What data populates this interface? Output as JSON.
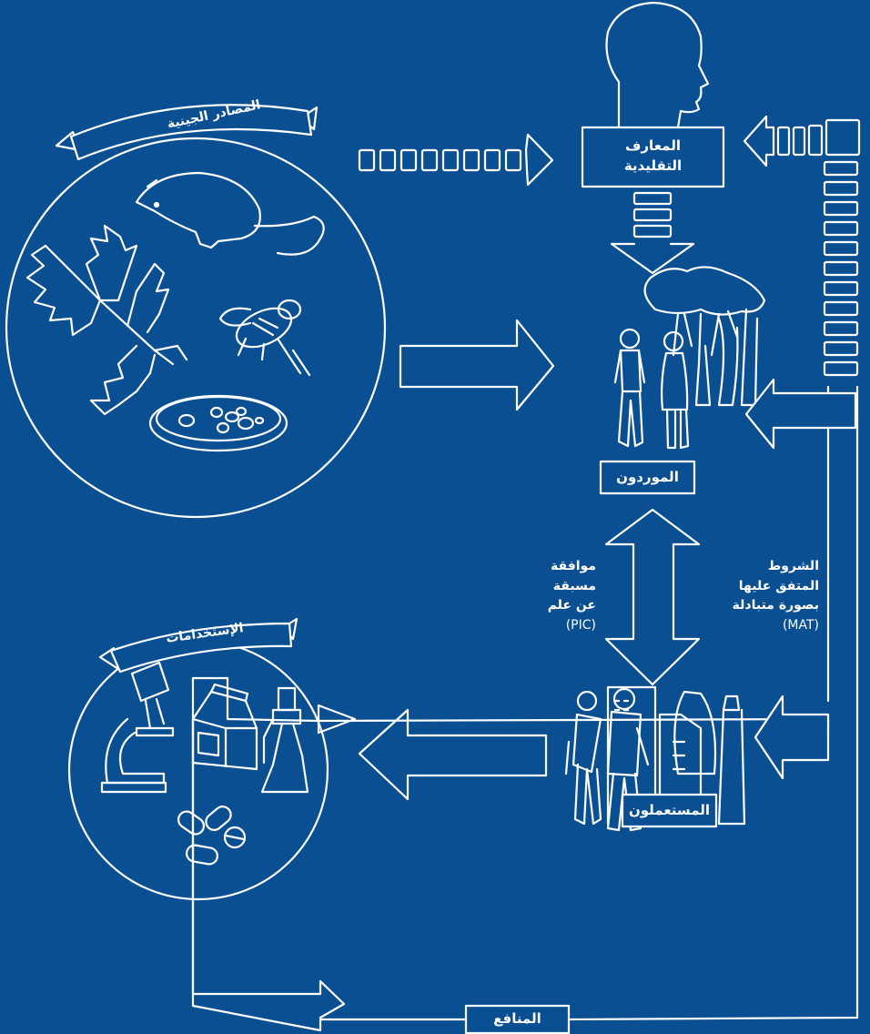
{
  "colors": {
    "background": "#0b4f93",
    "line": "#ffffff"
  },
  "labels": {
    "genetic_resources": "المصادر الجينية",
    "traditional_knowledge_line1": "المعارف",
    "traditional_knowledge_line2": "التقليدية",
    "providers": "الموردون",
    "users": "المستعملون",
    "utilizations": "الإستخدامات",
    "benefits": "المنافع"
  },
  "pic": {
    "line1": "موافقة",
    "line2": "مسبقة",
    "line3": "عن علم",
    "code": "(PIC)"
  },
  "mat": {
    "line1": "الشروط",
    "line2": "المتفق عليها",
    "line3": "بصورة متبادلة",
    "code": "(MAT)"
  },
  "icons": [
    "head-silhouette-icon",
    "rodent-icon",
    "leaf-branch-icon",
    "bee-icon",
    "petri-dish-icon",
    "people-trees-icon",
    "business-people-city-icon",
    "microscope-icon",
    "milk-carton-icon",
    "spray-bottle-icon",
    "pills-icon"
  ]
}
